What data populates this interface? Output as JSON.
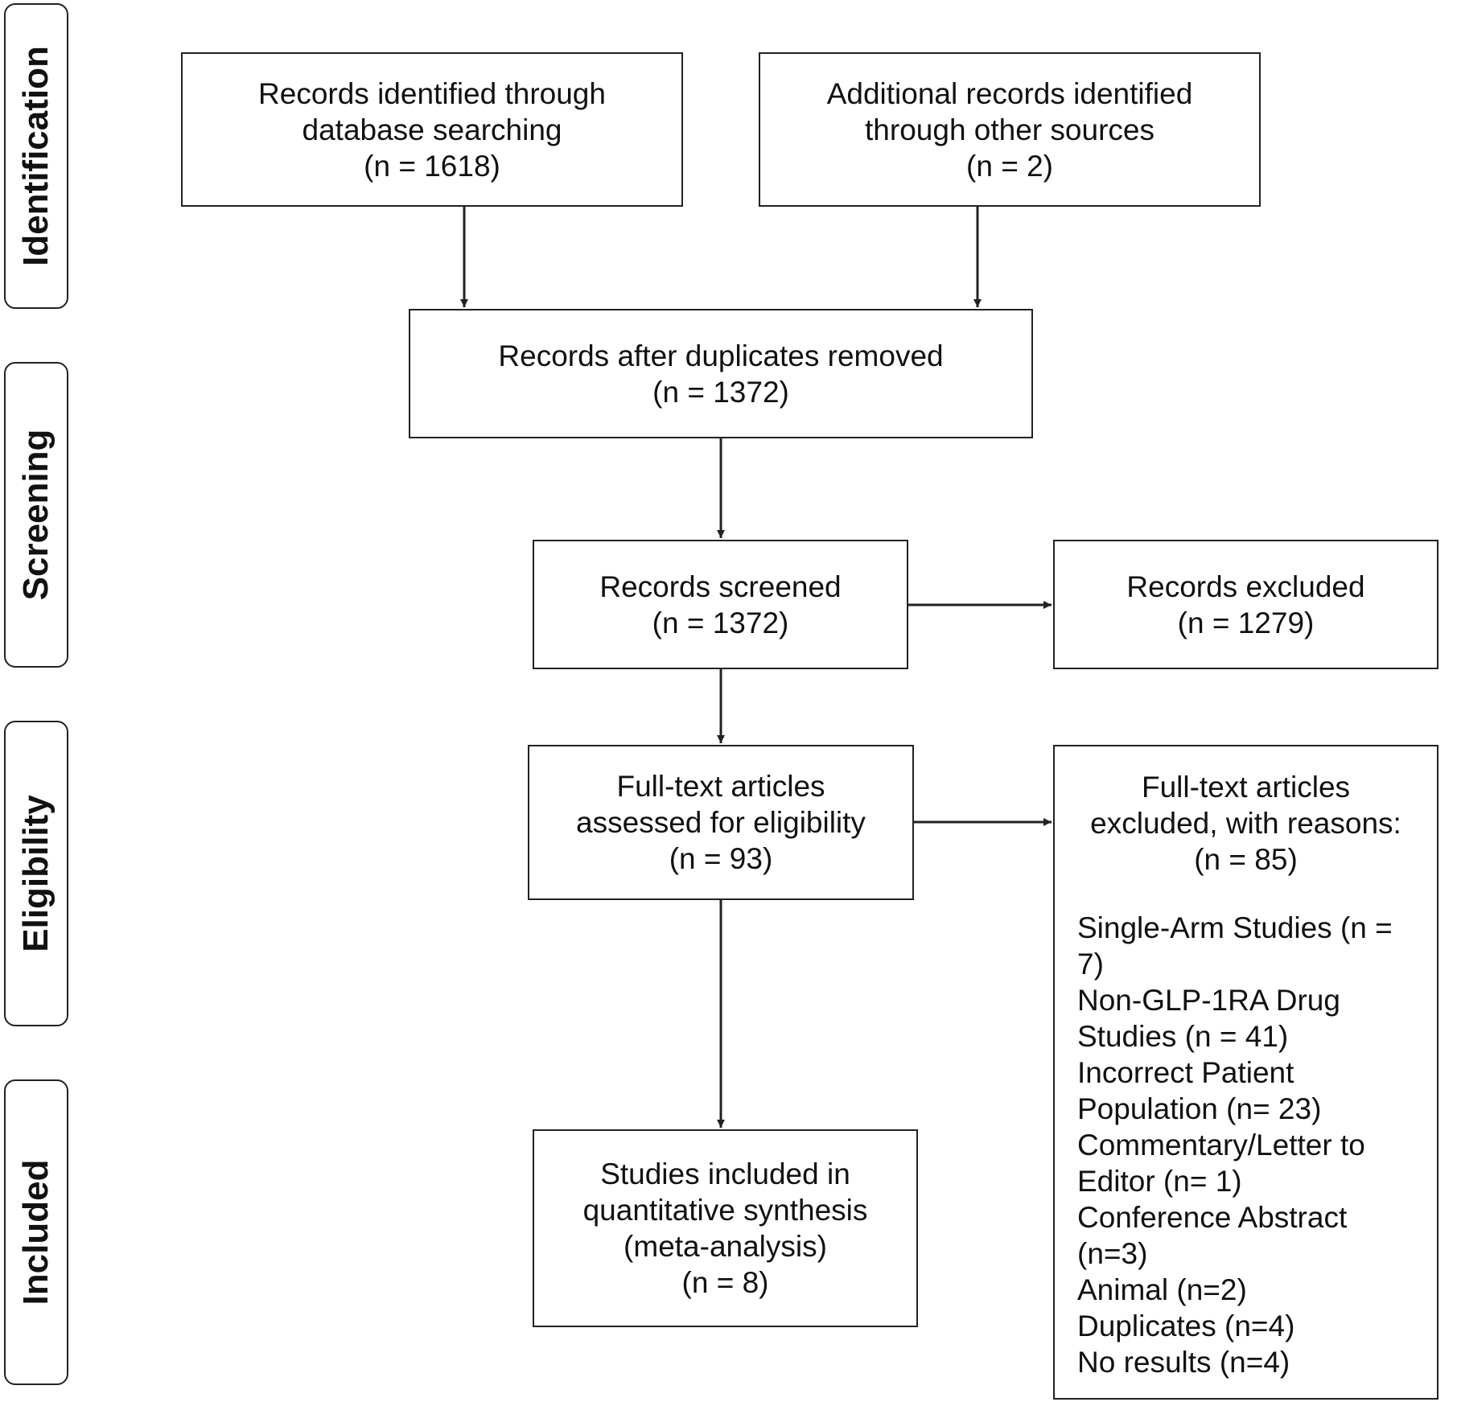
{
  "stages": [
    {
      "id": "identification",
      "label": "Identification"
    },
    {
      "id": "screening",
      "label": "Screening"
    },
    {
      "id": "eligibility",
      "label": "Eligibility"
    },
    {
      "id": "included",
      "label": "Included"
    }
  ],
  "boxes": {
    "database_records": {
      "lines": [
        "Records identified through",
        "database searching",
        "(n = 1618)"
      ]
    },
    "other_sources": {
      "lines": [
        "Additional records identified",
        "through other sources",
        "(n = 2)"
      ]
    },
    "after_duplicates": {
      "lines": [
        "Records after duplicates removed",
        "(n = 1372)"
      ]
    },
    "screened": {
      "lines": [
        "Records screened",
        "(n = 1372)"
      ]
    },
    "excluded": {
      "lines": [
        "Records excluded",
        "(n = 1279)"
      ]
    },
    "fulltext_assessed": {
      "lines": [
        "Full-text articles",
        "assessed for eligibility",
        "(n = 93)"
      ]
    },
    "fulltext_excluded": {
      "heading": [
        "Full-text articles",
        "excluded, with reasons:",
        "(n = 85)"
      ],
      "reasons": [
        "Single-Arm Studies (n =",
        "7)",
        "Non-GLP-1RA Drug",
        "Studies (n = 41)",
        "Incorrect Patient",
        "Population (n= 23)",
        "Commentary/Letter to",
        "Editor (n= 1)",
        "Conference Abstract",
        "(n=3)",
        "Animal (n=2)",
        "Duplicates (n=4)",
        "No results (n=4)"
      ]
    },
    "included": {
      "lines": [
        "Studies included in",
        "quantitative synthesis",
        "(meta-analysis)",
        "(n = 8)"
      ]
    }
  },
  "colors": {
    "line": "#222222",
    "text": "#111111",
    "background": "#ffffff"
  }
}
